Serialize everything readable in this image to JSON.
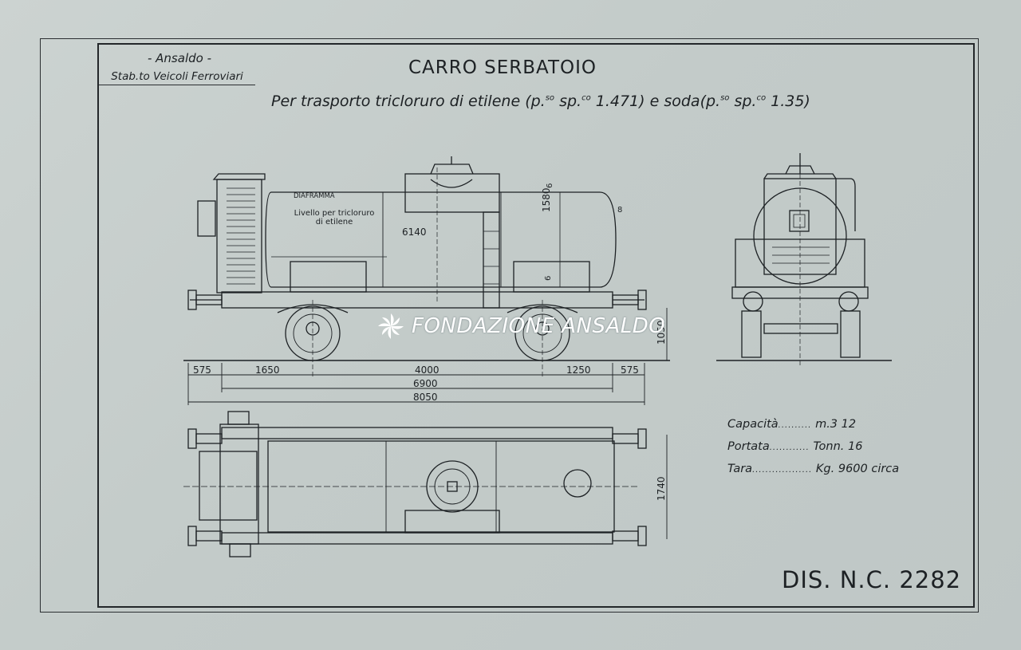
{
  "manufacturer": {
    "name": "- Ansaldo -",
    "plant": "Stab.to Veicoli Ferroviari"
  },
  "title": "CARRO SERBATOIO",
  "subtitle": {
    "prefix": "Per trasporto tricloruro di etilene",
    "spec1_open": "(p.",
    "spec1_sup1": "so",
    "spec1_mid": " sp.",
    "spec1_sup2": "co",
    "spec1_value": " 1.471)",
    "joiner": " e soda",
    "spec2_open": "(p.",
    "spec2_sup1": "so",
    "spec2_mid": " sp.",
    "spec2_sup2": "co",
    "spec2_value": " 1.35)"
  },
  "side_view_labels": {
    "diaphragm": "DIAFRAMMA",
    "level_line1": "Livello per tricloruro",
    "level_line2": "di etilene",
    "tank_length": "6140",
    "tank_height": "1580",
    "shell_top": "6",
    "shell_bottom": "6",
    "end_thickness": "8"
  },
  "dimensions": {
    "overhang_left": "575",
    "axle_to_frame_left": "1650",
    "wheelbase": "4000",
    "axle_to_frame_right": "1250",
    "overhang_right": "575",
    "frame_length": "6900",
    "length_over_buffers": "8050",
    "height_to_frame": "1050",
    "width": "1740"
  },
  "specs": [
    {
      "label": "Capacità",
      "dots": "..........",
      "value": "m.3 12"
    },
    {
      "label": "Portata",
      "dots": "............",
      "value": "Tonn. 16"
    },
    {
      "label": "Tara",
      "dots": "..................",
      "value": "Kg. 9600 circa"
    }
  ],
  "drawing_number": "DIS. N.C. 2282",
  "watermark": "FONDAZIONE ANSALDO",
  "colors": {
    "paper": "#c5ccc9",
    "ink": "#1d2124",
    "watermark": "#ffffff"
  }
}
